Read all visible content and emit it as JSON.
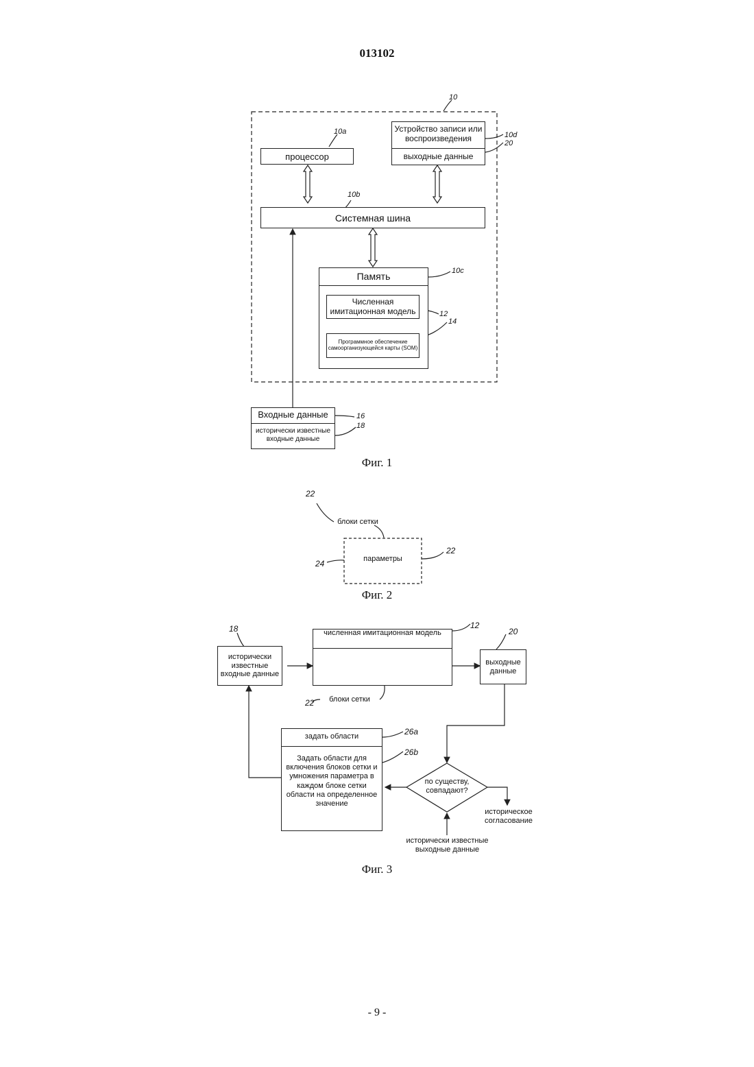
{
  "header": {
    "doc_number": "013102"
  },
  "fig1": {
    "ref_system": "10",
    "ref_processor": "10a",
    "ref_bus": "10b",
    "ref_memory": "10c",
    "ref_recorder": "10d",
    "ref_output": "20",
    "ref_model": "12",
    "ref_som": "14",
    "ref_input": "16",
    "ref_hist": "18",
    "processor": "процессор",
    "recorder": "Устройство записи или воспроизведения",
    "output": "выходные данные",
    "bus": "Системная шина",
    "memory": "Память",
    "model": "Численная имитационная модель",
    "som": "Программное обеспечение самоорганизующейся карты (SOM)",
    "input": "Входные данные",
    "hist_input": "исторически известные входные данные",
    "caption": "Фиг. 1"
  },
  "fig2": {
    "ref_top": "22",
    "grid_blocks": "блоки сетки",
    "ref_box": "22",
    "ref_param": "24",
    "params": "параметры",
    "caption": "Фиг. 2"
  },
  "fig3": {
    "ref_hist": "18",
    "hist_input": "исторически известные входные данные",
    "ref_model": "12",
    "model": "численная имитационная модель",
    "ref_grid": "22",
    "grid_blocks": "блоки сетки",
    "ref_output": "20",
    "output": "выходные данные",
    "ref_set": "26a",
    "set_regions": "задать области",
    "ref_set_desc": "26b",
    "set_desc": "Задать области для включения блоков сетки и умножения параметра в каждом блоке сетки области на определенное значение",
    "decision": "по существу, совпадают?",
    "hist_match": "историческое согласование",
    "hist_output": "исторически известные выходные данные",
    "caption": "Фиг. 3"
  },
  "footer": {
    "page": "- 9 -"
  }
}
